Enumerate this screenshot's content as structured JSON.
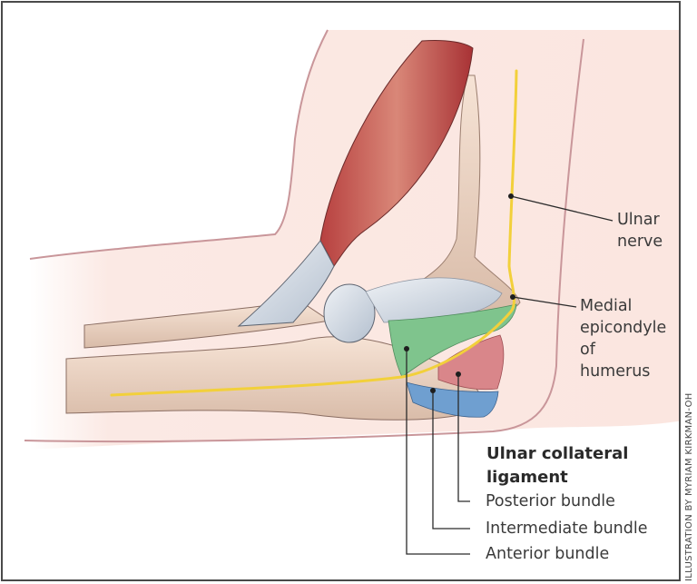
{
  "figure": {
    "colors": {
      "skin_outline": "#c9969a",
      "skin_fill": "#fbe9e4",
      "bone": "#eed7c6",
      "muscle": "#c2504f",
      "tendon": "#c9d3de",
      "nerve": "#f2d03b",
      "anterior_bundle": "#7fc48d",
      "intermediate_bundle": "#6f9fd0",
      "posterior_bundle": "#d9868a",
      "leader_line": "#2b2b2b"
    },
    "labels": {
      "ulnar_nerve": [
        "Ulnar",
        "nerve"
      ],
      "medial_epicondyle": [
        "Medial",
        "epicondyle",
        "of",
        "humerus"
      ],
      "ucl_title": [
        "Ulnar collateral",
        "ligament"
      ],
      "posterior_bundle": "Posterior bundle",
      "intermediate_bundle": "Intermediate bundle",
      "anterior_bundle": "Anterior bundle"
    },
    "credit": "ILLUSTRATION BY MYRIAM KIRKMAN-OH"
  }
}
